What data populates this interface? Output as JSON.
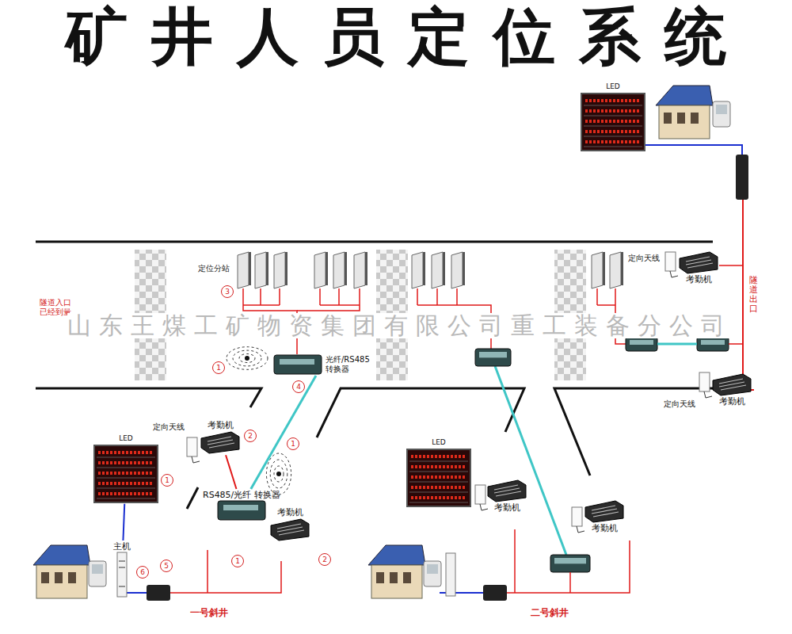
{
  "diagram": {
    "title": "矿井人员定位系统",
    "nodes": [
      {
        "text": [
          "LED"
        ]
      },
      {
        "text": [
          "考勤机"
        ]
      },
      {
        "text": [
          "光纤/RS485 转换器"
        ]
      },
      {
        "text": [
          "考勤机"
        ]
      },
      {
        "text": [
          "LED"
        ]
      },
      {
        "text": [
          "考勤机"
        ]
      },
      {
        "text": [
          "RS485/光纤 转换器"
        ]
      },
      {
        "text": [
          "考勤机"
        ]
      },
      {
        "text": [
          "主机"
        ]
      },
      {
        "text": [
          "LED"
        ]
      },
      {
        "text": [
          "考勤机"
        ]
      },
      {
        "text": [
          "考勤机"
        ]
      }
    ],
    "edges": [
      {
        "from": 8,
        "to": 4,
        "arrow": "none"
      },
      {
        "from": 6,
        "to": 2,
        "arrow": "none"
      },
      {
        "from": 5,
        "to": 6,
        "arrow": "none"
      }
    ],
    "labels": [
      "定位分站",
      "3",
      "1",
      "4",
      "隧道入口 已经到量",
      "山东王煤工矿物资集团有限公司重工装备分公司",
      "定向天线",
      "隧道出口",
      "定向天线",
      "定向天线",
      "2",
      "1",
      "1",
      "1",
      "2",
      "6",
      "5",
      "一号斜井",
      "二号斜井"
    ]
  }
}
